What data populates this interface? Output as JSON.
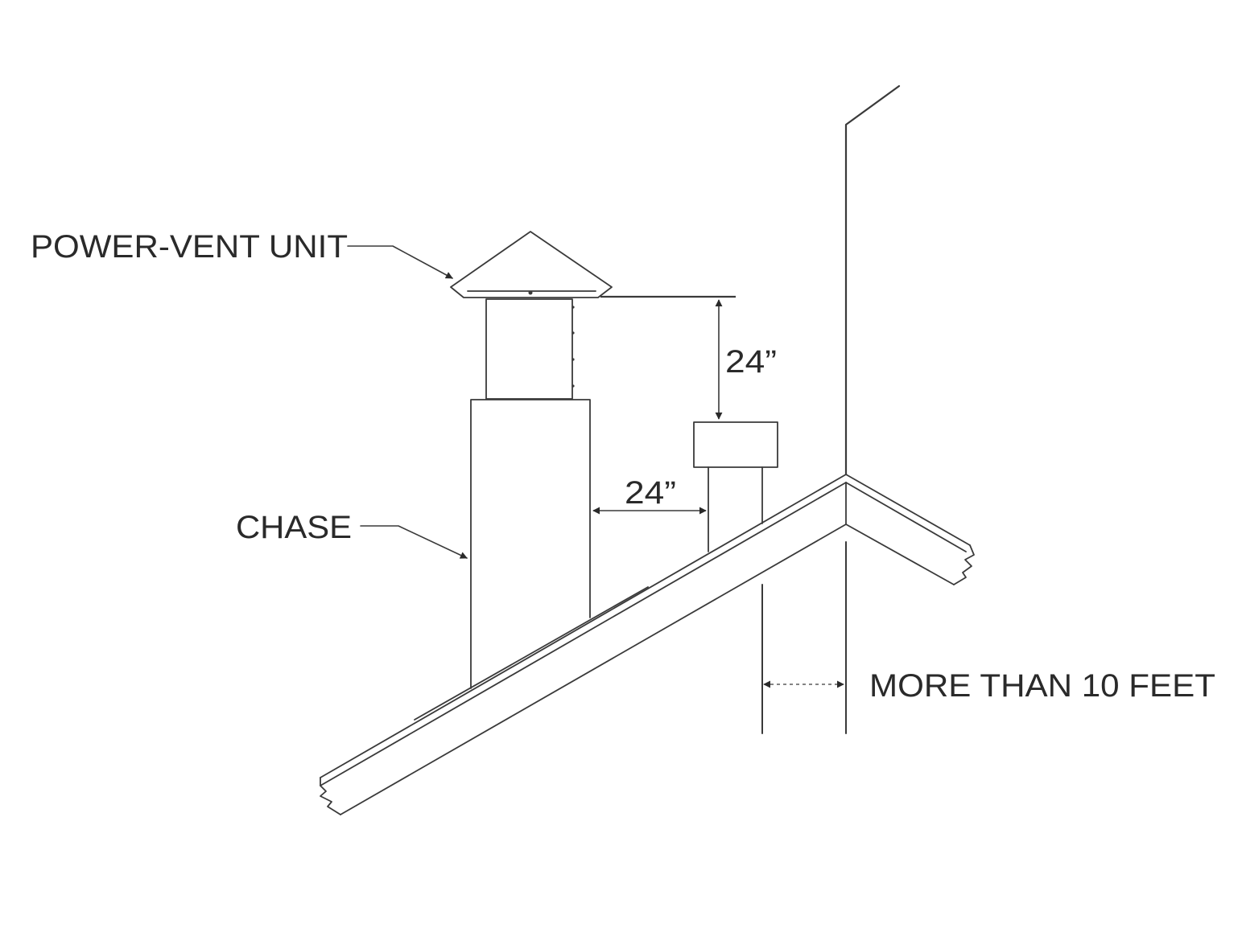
{
  "labels": {
    "power_vent_unit": "POWER-VENT UNIT",
    "chase": "CHASE",
    "vertical_clearance": "24”",
    "horizontal_clearance": "24”",
    "distance_to_ridge": "MORE THAN 10 FEET"
  },
  "colors": {
    "line": "#3a3a3a",
    "text": "#2a2a2a",
    "background": "#ffffff"
  }
}
